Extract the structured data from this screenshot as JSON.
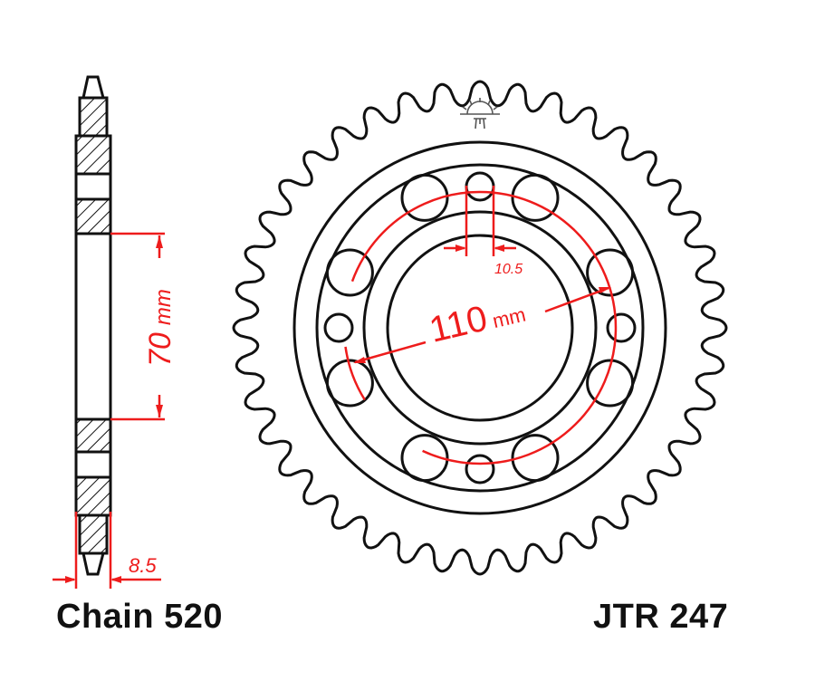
{
  "labels": {
    "chain": "Chain 520",
    "part_number": "JTR 247"
  },
  "dimensions": {
    "center_bore": "70",
    "center_bore_unit": "mm",
    "thickness": "8.5",
    "bolt_hole": "10.5",
    "pcd": "110",
    "pcd_unit": "mm"
  },
  "sprocket": {
    "teeth": 40,
    "bolt_holes": 4,
    "lightening_holes": 8
  },
  "icons": {
    "logo": "jt-sunrise-logo-icon"
  },
  "colors": {
    "line": "#111111",
    "dimension": "#ee1c1c",
    "background": "#ffffff"
  }
}
